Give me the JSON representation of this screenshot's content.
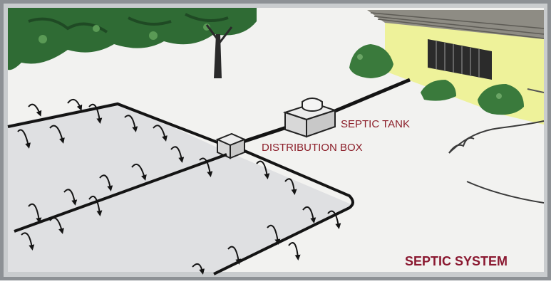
{
  "labels": {
    "septic_tank": "SEPTIC TANK",
    "distribution_box": "DISTRIBUTION BOX",
    "caption": "SEPTIC SYSTEM"
  },
  "colors": {
    "frame_outer": "#8d9195",
    "frame_inner": "#c9ccce",
    "ground": "#f2f2f0",
    "drain_field": "#dfe0e2",
    "pipe": "#141414",
    "tree_foliage": "#2f6b34",
    "tree_trunk": "#2a2a2a",
    "house_wall": "#eef29a",
    "roof": "#8e8c84",
    "window": "#2b2b2b",
    "shrub": "#3a7a3c",
    "label_red": "#8c1f2a",
    "caption_red": "#8a1830"
  },
  "icons": [
    "tree-icon",
    "shrub-icon",
    "arrow-icon"
  ]
}
